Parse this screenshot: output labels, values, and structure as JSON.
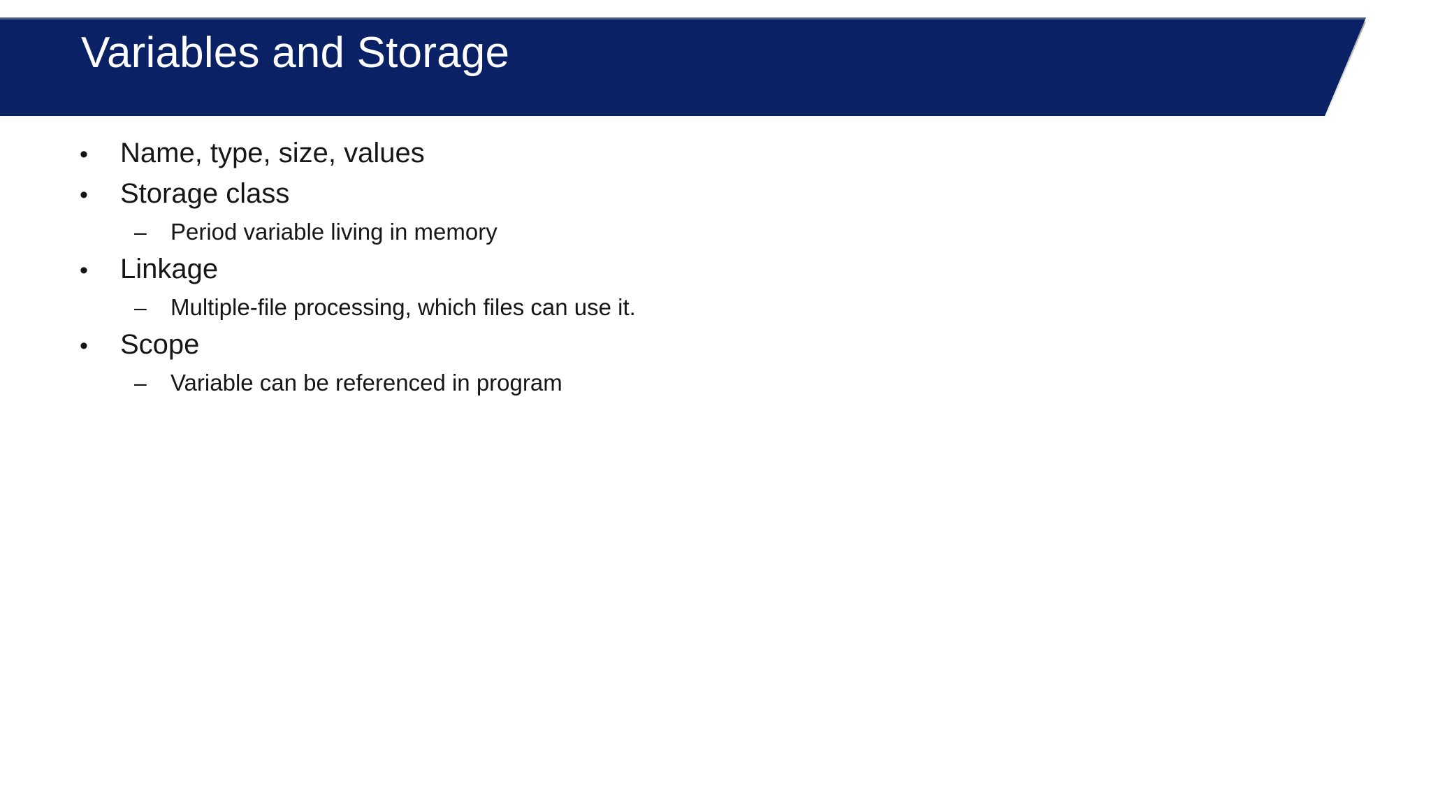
{
  "slide": {
    "background_color": "#ffffff",
    "title": "Variables and Storage",
    "banner_color": "#0a2265",
    "title_color": "#ffffff",
    "body_text_color": "#161616",
    "bullet_marker": "•",
    "sub_bullet_marker": "–"
  },
  "body": {
    "items": [
      {
        "level": 1,
        "marker": "•",
        "text": "Name, type, size, values"
      },
      {
        "level": 1,
        "marker": "•",
        "text": "Storage class"
      },
      {
        "level": 2,
        "marker": "–",
        "text": "Period variable living in memory"
      },
      {
        "level": 1,
        "marker": "•",
        "text": "Linkage"
      },
      {
        "level": 2,
        "marker": "–",
        "text": "Multiple-file processing, which files can use it."
      },
      {
        "level": 1,
        "marker": "•",
        "text": "Scope"
      },
      {
        "level": 2,
        "marker": "–",
        "text": "Variable can be referenced in program"
      }
    ]
  }
}
